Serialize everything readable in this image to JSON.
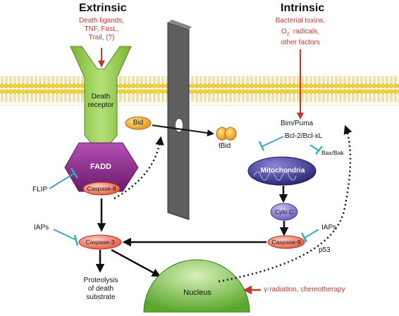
{
  "headers": {
    "extrinsic": "Extrinsic",
    "intrinsic": "Intrinsic"
  },
  "extrinsic_triggers": {
    "line1": "Death ligands,",
    "line2": "TNF, FasL,",
    "line3": "Trail, (?)"
  },
  "intrinsic_triggers": {
    "line1": "Bacterial toxins,",
    "line2_a": "O",
    "line2_sub": "2",
    "line2_sup": "-",
    "line2_b": " radicals,",
    "line3": "other factors"
  },
  "nodes": {
    "death_receptor_l1": "Death",
    "death_receptor_l2": "receptor",
    "fadd": "FADD",
    "caspase8": "Caspase-8",
    "flip": "FLIP",
    "bid": "Bid",
    "tbid": "tBid",
    "bim_puma": "Bim/Puma",
    "bcl2": "Bcl-2/Bcl-xL",
    "bax_bak": "Bax/Bak",
    "mitochondria": "Mitochondria",
    "cyto_c": "Cyto C",
    "caspase9": "Caspase-9",
    "iaps_right": "IAPs",
    "iaps_left": "IAPs",
    "caspase3": "Caspase-3",
    "p53": "p53",
    "nucleus": "Nucleus",
    "proteolysis_l1": "Proteolysis",
    "proteolysis_l2": "of death",
    "proteolysis_l3": "substrate",
    "radiation": "γ-radiation, chemotherapy"
  },
  "colors": {
    "trigger_red": "#c0392b",
    "receptor_green": "#8cc63f",
    "fadd_purple": "#8e2a8e",
    "caspase_salmon": "#e8705a",
    "bid_orange": "#f0a020",
    "mito_purple": "#3e3a8e",
    "cytoc_purple": "#7a70c8",
    "nucleus_green": "#7cc242",
    "membrane_yellow": "#f5d334",
    "inhibitor_teal": "#3aa8c8",
    "plate_gray": "#5e5e5e"
  }
}
